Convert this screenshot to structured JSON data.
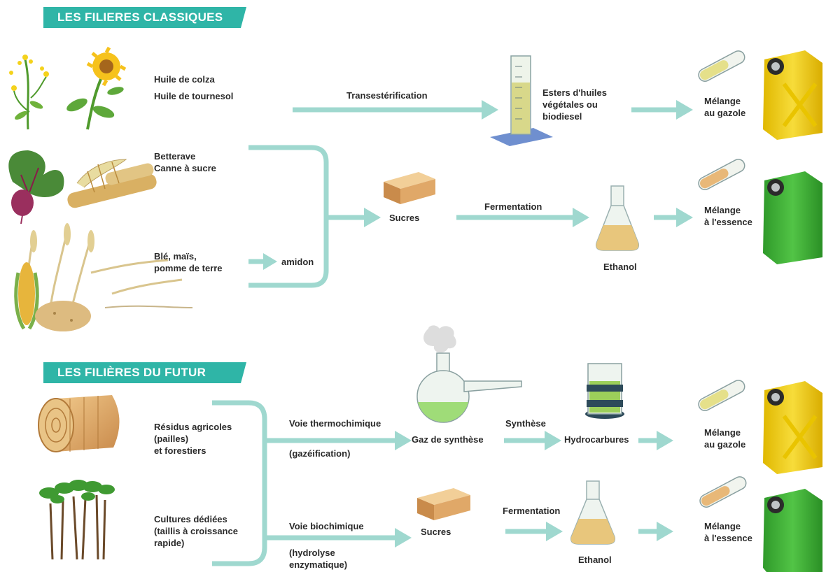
{
  "sections": {
    "classic_title": "LES FILIERES CLASSIQUES",
    "future_title": "LES FILIÈRES DU FUTUR"
  },
  "classic": {
    "oil_crops": [
      "Huile de colza",
      "Huile de tournesol"
    ],
    "sugar_crops": [
      "Betterave",
      "Canne à sucre"
    ],
    "starch_crops": [
      "Blé, maïs,",
      "pomme de terre"
    ],
    "starch": "amidon",
    "transesterification": "Transestérification",
    "esters": [
      "Esters d'huiles",
      "végétales ou",
      "biodiesel"
    ],
    "sugars": "Sucres",
    "fermentation": "Fermentation",
    "ethanol": "Ethanol",
    "diesel_mix": [
      "Mélange",
      "au gazole"
    ],
    "petrol_mix": [
      "Mélange",
      "à l'essence"
    ]
  },
  "future": {
    "residues": [
      "Résidus agricoles",
      "(pailles)",
      "et forestiers"
    ],
    "dedicated": [
      "Cultures dédiées",
      "(taillis à croissance",
      "rapide)"
    ],
    "thermo_route": "Voie thermochimique",
    "gasification": "(gazéification)",
    "syngas": "Gaz de synthèse",
    "synthesis": "Synthèse",
    "hydrocarbons": "Hydrocarbures",
    "bio_route": "Voie biochimique",
    "hydrolysis": [
      "(hydrolyse",
      "enzymatique)"
    ],
    "sugars": "Sucres",
    "fermentation": "Fermentation",
    "ethanol": "Ethanol",
    "diesel_mix": [
      "Mélange",
      "au gazole"
    ],
    "petrol_mix": [
      "Mélange",
      "à l'essence"
    ]
  },
  "colors": {
    "banner": "#2fb5a7",
    "arrow": "#9fd8cf",
    "diesel_can": "#f2d21a",
    "petrol_can": "#3fae38",
    "text": "#2a2a2a"
  }
}
